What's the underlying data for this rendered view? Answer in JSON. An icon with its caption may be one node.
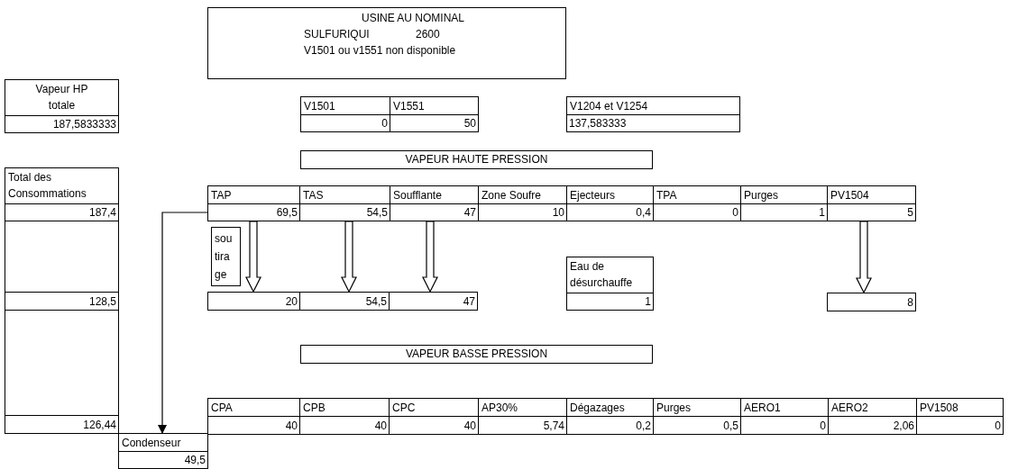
{
  "diagram": {
    "nodes": [
      {
        "text": [
          "USINE AU NOMINAL",
          "SULFURIQUI 2600",
          "V1501 ou v1551 non disponible"
        ]
      },
      {
        "text": [
          "Vapeur HP totale",
          "187,5833333"
        ]
      },
      {
        "text": [
          "V1501",
          "0"
        ]
      },
      {
        "text": [
          "V1551",
          "50"
        ]
      },
      {
        "text": [
          "V1204 et V1254",
          "137,583333"
        ]
      },
      {
        "text": [
          "VAPEUR HAUTE PRESSION"
        ]
      },
      {
        "text": [
          "Total des Consommations",
          "187,4"
        ]
      },
      {
        "text": [
          "TAP",
          "69,5"
        ]
      },
      {
        "text": [
          "TAS",
          "54,5"
        ]
      },
      {
        "text": [
          "Soufflante",
          "47"
        ]
      },
      {
        "text": [
          "Zone Soufre",
          "10"
        ]
      },
      {
        "text": [
          "Ejecteurs",
          "0,4"
        ]
      },
      {
        "text": [
          "TPA",
          "0"
        ]
      },
      {
        "text": [
          "Purges",
          "1"
        ]
      },
      {
        "text": [
          "PV1504",
          "5"
        ]
      },
      {
        "text": [
          "soutirage"
        ]
      },
      {
        "text": [
          "20"
        ]
      },
      {
        "text": [
          "54,5"
        ]
      },
      {
        "text": [
          "47"
        ]
      },
      {
        "text": [
          "Eau de désurchauffe",
          "1"
        ]
      },
      {
        "text": [
          "8"
        ]
      },
      {
        "text": [],
        "shape": "box"
      },
      {
        "text": [
          "128,5"
        ]
      },
      {
        "text": [],
        "shape": "box"
      },
      {
        "text": [
          "126,44"
        ]
      },
      {
        "text": [
          "VAPEUR BASSE PRESSION"
        ]
      },
      {
        "text": [
          "CPA",
          "40"
        ]
      },
      {
        "text": [
          "CPB",
          "40"
        ]
      },
      {
        "text": [
          "CPC",
          "40"
        ]
      },
      {
        "text": [
          "AP30%",
          "5,74"
        ]
      },
      {
        "text": [
          "Dégazages",
          "0,2"
        ]
      },
      {
        "text": [
          "Purges",
          "0,5"
        ]
      },
      {
        "text": [
          "AERO1",
          "0"
        ]
      },
      {
        "text": [
          "AERO2",
          "2,06"
        ]
      },
      {
        "text": [
          "PV1508",
          "0"
        ]
      },
      {
        "text": [
          "Condenseur",
          "49,5"
        ]
      }
    ],
    "edges": [
      {
        "from": 7,
        "to": 16,
        "arrow": "to",
        "style": "thick"
      },
      {
        "from": 8,
        "to": 17,
        "arrow": "to",
        "style": "thick"
      },
      {
        "from": 9,
        "to": 18,
        "arrow": "to",
        "style": "thick"
      },
      {
        "from": 14,
        "to": 20,
        "arrow": "to",
        "style": "thick"
      },
      {
        "from": 7,
        "to": 35,
        "arrow": "to"
      }
    ]
  }
}
